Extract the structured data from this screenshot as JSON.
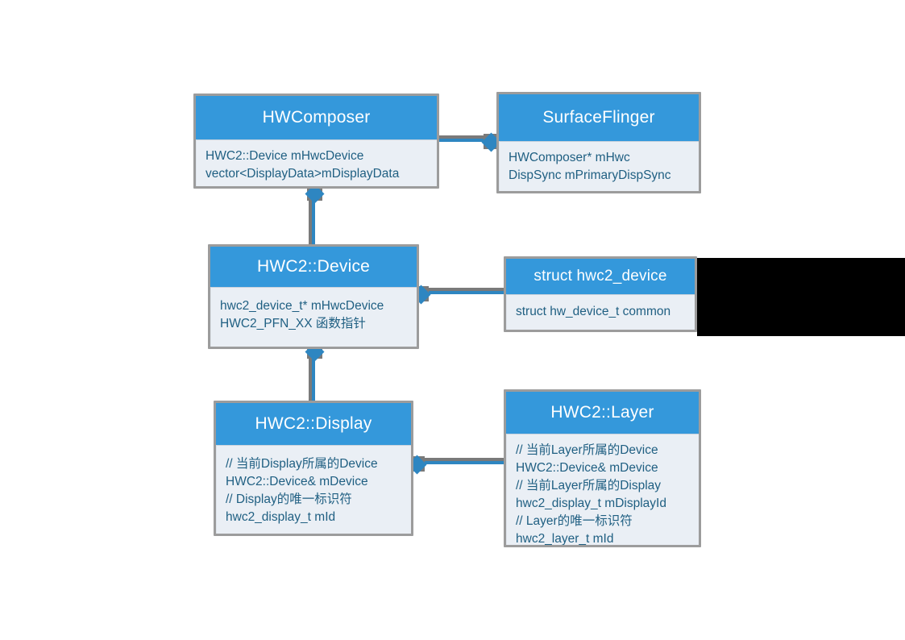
{
  "diagram": {
    "type": "uml-class-diagram",
    "background_color": "#ffffff",
    "header_color": "#3498db",
    "body_color": "#eaeff5",
    "body_text_color": "#1f5f82",
    "border_color": "#9c9c9c",
    "connector_color": "#2e86c1",
    "connector_shadow_color": "#7a7a7a",
    "classes": [
      {
        "id": "hwcomposer",
        "title": "HWComposer",
        "attributes": "HWC2::Device mHwcDevice\nvector<DisplayData>mDisplayData"
      },
      {
        "id": "surfaceflinger",
        "title": "SurfaceFlinger",
        "attributes": "HWComposer* mHwc\nDispSync mPrimaryDispSync"
      },
      {
        "id": "hwc2device",
        "title": "HWC2::Device",
        "attributes": "hwc2_device_t* mHwcDevice\nHWC2_PFN_XX 函数指针"
      },
      {
        "id": "struct_hwc2_device",
        "title": "struct hwc2_device",
        "attributes": "struct hw_device_t common"
      },
      {
        "id": "hwc2display",
        "title": "HWC2::Display",
        "attributes": "// 当前Display所属的Device\nHWC2::Device& mDevice\n// Display的唯一标识符\nhwc2_display_t mId"
      },
      {
        "id": "hwc2layer",
        "title": "HWC2::Layer",
        "attributes": "// 当前Layer所属的Device\nHWC2::Device& mDevice\n//  当前Layer所属的Display\nhwc2_display_t mDisplayId\n// Layer的唯一标识符\nhwc2_layer_t mId"
      }
    ],
    "connections": [
      {
        "id": "conn-hwcomposer-surfaceflinger",
        "from": "hwcomposer",
        "to": "surfaceflinger",
        "style": "aggregation"
      },
      {
        "id": "conn-hwcomposer-hwc2device",
        "from": "hwcomposer",
        "to": "hwc2device",
        "style": "aggregation"
      },
      {
        "id": "conn-hwc2device-struct",
        "from": "hwc2device",
        "to": "struct_hwc2_device",
        "style": "aggregation"
      },
      {
        "id": "conn-hwc2device-hwc2display",
        "from": "hwc2device",
        "to": "hwc2display",
        "style": "aggregation"
      },
      {
        "id": "conn-hwc2display-hwc2layer",
        "from": "hwc2display",
        "to": "hwc2layer",
        "style": "aggregation"
      }
    ],
    "redactions": [
      {
        "id": "redacted-region",
        "color": "#000000"
      }
    ]
  }
}
